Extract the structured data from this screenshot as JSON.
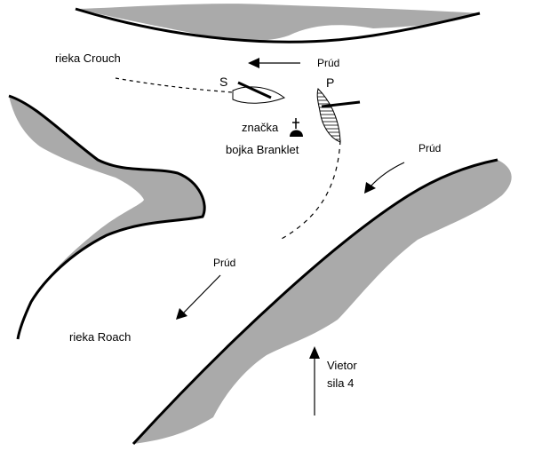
{
  "labels": {
    "river_crouch": "rieka Crouch",
    "river_roach": "rieka Roach",
    "boat_s": "S",
    "boat_p": "P",
    "marker": "značka",
    "buoy": "bojka Branklet",
    "current": "Prúd",
    "wind_line1": "Vietor",
    "wind_line2": "sila 4"
  },
  "colors": {
    "land_fill": "#aaaaaa",
    "shore_line": "#000000",
    "background": "#ffffff",
    "boat_p_hatch": "#000000"
  },
  "icons": {
    "marker": "cardinal-buoy-icon",
    "boat_s": "sailboat-icon",
    "boat_p": "sailboat-hatched-icon",
    "current_arrow": "arrow-icon",
    "wind_arrow": "arrow-up-icon"
  }
}
